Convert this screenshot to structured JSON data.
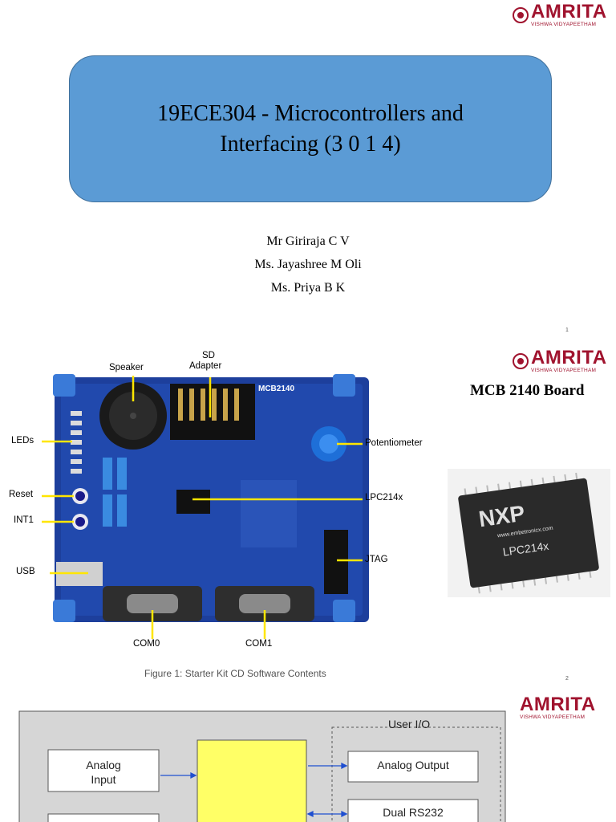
{
  "slide1": {
    "logo": {
      "name": "AMRITA",
      "tagline": "VISHWA VIDYAPEETHAM"
    },
    "title": "19ECE304 - Microcontrollers  and\nInterfacing      (3 0 1 4)",
    "authors": [
      "Mr Giriraja C V",
      "Ms. Jayashree M Oli",
      "Ms. Priya B K"
    ],
    "page_number": "1"
  },
  "slide2": {
    "logo": {
      "name": "AMRITA",
      "tagline": "VISHWA VIDYAPEETHAM"
    },
    "heading": "MCB 2140 Board",
    "board_labels": {
      "speaker": "Speaker",
      "sd_adapter_line1": "SD",
      "sd_adapter_line2": "Adapter",
      "leds": "LEDs",
      "reset": "Reset",
      "int1": "INT1",
      "usb": "USB",
      "potentiometer": "Potentiometer",
      "lpc": "LPC214x",
      "jtag": "JTAG",
      "com0": "COM0",
      "com1": "COM1",
      "board_print": "MCB2140"
    },
    "chip": {
      "brand": "NXP",
      "url": "www.embetronicx.com",
      "part": "LPC214x"
    },
    "caption": "Figure 1: Starter Kit CD Software Contents",
    "page_number": "2"
  },
  "slide3": {
    "logo": {
      "name": "AMRITA",
      "tagline": "VISHWA VIDYAPEETHAM"
    },
    "group_label": "User I/O",
    "blocks": {
      "analog_input": "Analog\nInput",
      "analog_output": "Analog Output",
      "dual_rs232": "Dual RS232"
    }
  },
  "colors": {
    "title_box": "#5b9bd5",
    "brand": "#a0132e",
    "board": "#1d3f9c",
    "label_line": "#ffe600",
    "diagram_bg": "#d6d6d6",
    "diagram_core": "#ffff66"
  }
}
